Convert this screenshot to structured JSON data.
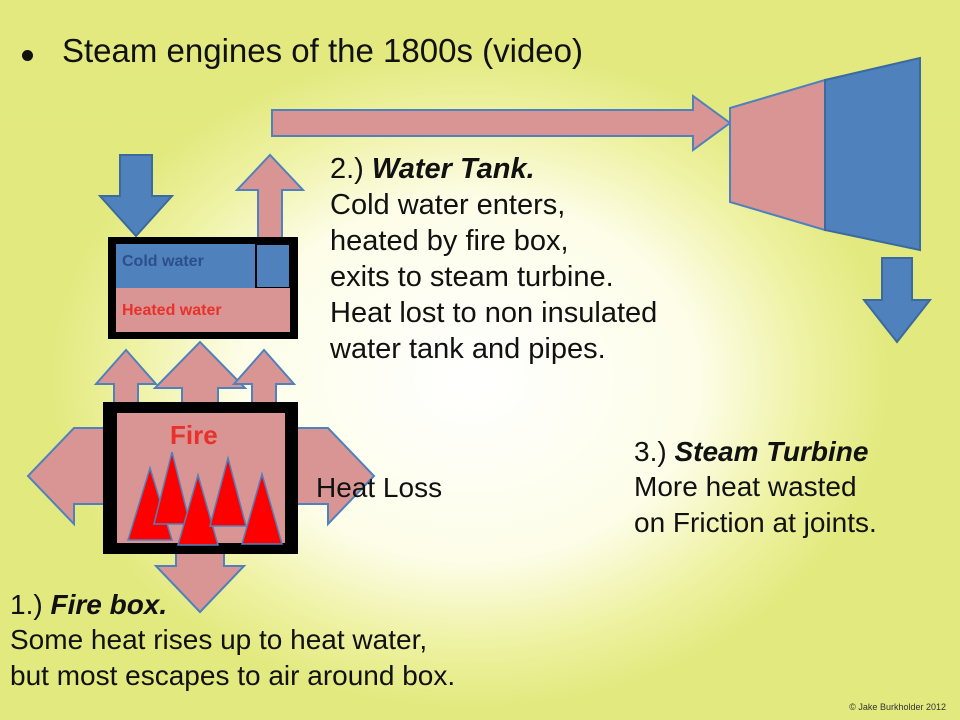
{
  "slide": {
    "title": "Steam engines of the 1800s (video)",
    "labels": {
      "cold_water": "Cold water",
      "heated_water": "Heated water",
      "fire": "Fire",
      "heat_loss": "Heat Loss"
    },
    "water_tank": {
      "heading_number": "2.) ",
      "heading": "Water Tank.",
      "lines": [
        "Cold water enters,",
        "heated by fire box,",
        "exits to steam turbine.",
        "Heat lost to non insulated",
        "water tank and pipes."
      ]
    },
    "steam_turbine": {
      "heading_number": "3.) ",
      "heading": "Steam Turbine",
      "lines": [
        "More heat wasted",
        "on Friction at joints."
      ]
    },
    "fire_box": {
      "heading_number": "1.) ",
      "heading": "Fire box.",
      "lines": [
        "Some heat rises up to heat water,",
        "but most escapes to air around box."
      ]
    },
    "credit": "© Jake Burkholder 2012"
  },
  "colors": {
    "pink_arrow": "#d99594",
    "blue_arrow": "#4f81bd",
    "fire_red": "#ff0000",
    "label_red": "#e8312a",
    "label_blue": "#2c4f8a",
    "outline": "#000000"
  }
}
